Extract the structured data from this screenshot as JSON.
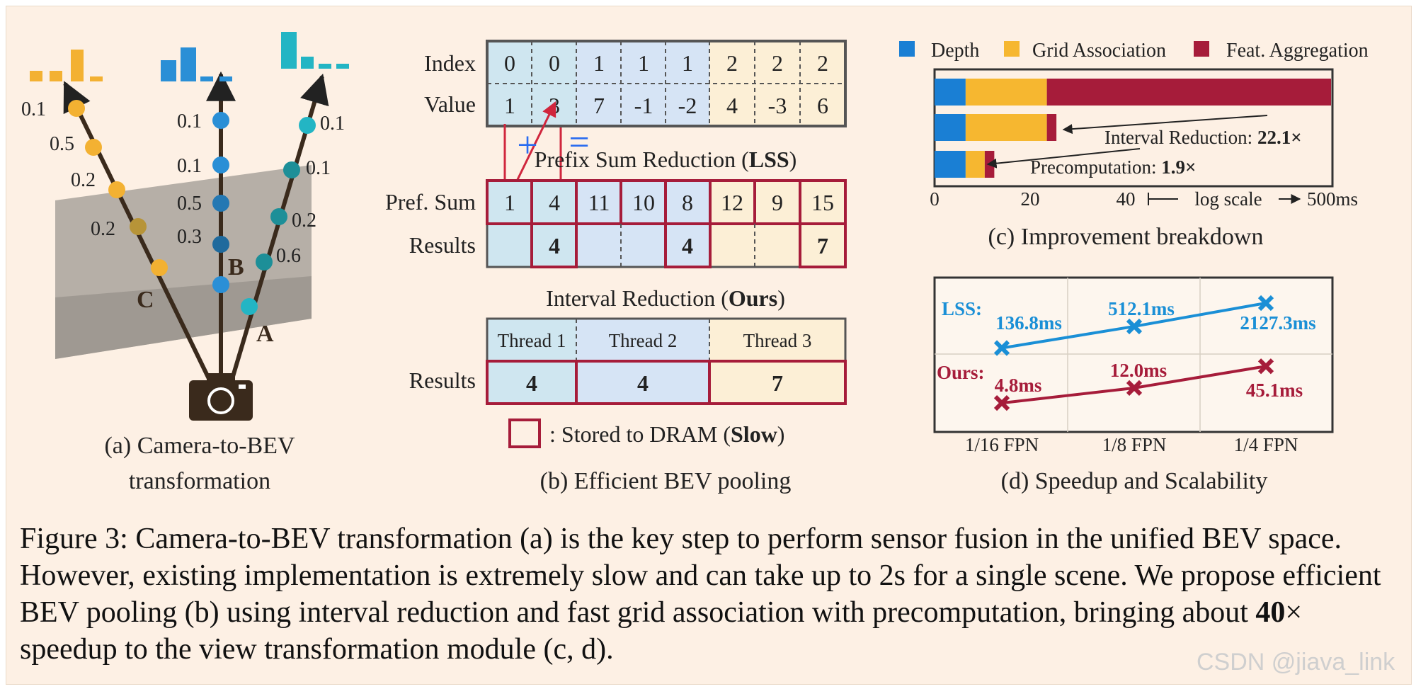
{
  "figure": {
    "caption_label": "Figure 3:",
    "caption_text": "Camera-to-BEV transformation (a) is the key step to perform sensor fusion in the unified BEV space. However, existing implementation is extremely slow and can take up to 2s for a single scene. We propose efficient BEV pooling (b) using interval reduction and fast grid association with precomputation, bringing about ",
    "caption_bold": "40",
    "caption_tail": "× speedup to the view transformation module (c, d).",
    "watermark": "CSDN @jiava_link"
  },
  "panel_a": {
    "caption_line1": "(a) Camera-to-BEV",
    "caption_line2": "transformation",
    "ray_labels": [
      "C",
      "B",
      "A"
    ],
    "ray_c_probs": [
      "0.1",
      "0.5",
      "0.2",
      "0.2"
    ],
    "ray_b_probs": [
      "0.1",
      "0.1",
      "0.5",
      "0.3"
    ],
    "ray_a_probs": [
      "0.1",
      "0.1",
      "0.2",
      "0.6"
    ],
    "colors": {
      "C": "#f3b132",
      "B": "#2a8fd6",
      "A": "#23b5c4"
    }
  },
  "panel_b": {
    "index_label": "Index",
    "value_label": "Value",
    "index_row": [
      "0",
      "0",
      "1",
      "1",
      "1",
      "2",
      "2",
      "2"
    ],
    "value_row": [
      "1",
      "3",
      "7",
      "-1",
      "-2",
      "4",
      "-3",
      "6"
    ],
    "plus_sign": "+",
    "equals_sign": "=",
    "lss_title": "Prefix Sum Reduction (",
    "lss_title_bold": "LSS",
    "lss_title_end": ")",
    "pref_label": "Pref. Sum",
    "pref_row": [
      "1",
      "4",
      "11",
      "10",
      "8",
      "12",
      "9",
      "15"
    ],
    "results_label": "Results",
    "lss_results": [
      "",
      "4",
      "",
      "",
      "4",
      "",
      "",
      "7"
    ],
    "ours_title": "Interval Reduction (",
    "ours_title_bold": "Ours",
    "ours_title_end": ")",
    "threads": [
      "Thread 1",
      "Thread 2",
      "Thread 3"
    ],
    "ours_results": [
      "4",
      "4",
      "7"
    ],
    "legend_text": ": Stored to DRAM (",
    "legend_bold": "Slow",
    "legend_end": ")",
    "caption": "(b) Efficient BEV pooling"
  },
  "chart_data": [
    {
      "type": "bar",
      "orientation": "horizontal",
      "stacked": true,
      "legend": [
        "Depth",
        "Grid Association",
        "Feat. Aggregation"
      ],
      "colors": [
        "#1a7fd4",
        "#f6b730",
        "#a61c3a"
      ],
      "series": [
        {
          "name": "Depth",
          "values": [
            6.5,
            6.5,
            6.5
          ]
        },
        {
          "name": "Grid Association",
          "values": [
            17,
            17,
            4
          ]
        },
        {
          "name": "Feat. Aggregation",
          "values": [
            500,
            2,
            2
          ]
        }
      ],
      "xticks": [
        "0",
        "20",
        "40",
        "500ms"
      ],
      "log_scale_label": "log scale",
      "annotations": [
        {
          "text": "Interval Reduction: ",
          "bold": "22.1×"
        },
        {
          "text": "Precomputation: ",
          "bold": "1.9×"
        }
      ],
      "caption": "(c) Improvement breakdown"
    },
    {
      "type": "line",
      "categories": [
        "1/16 FPN",
        "1/8 FPN",
        "1/4 FPN"
      ],
      "y_scale": "log",
      "series": [
        {
          "name": "LSS:",
          "values": [
            136.8,
            512.1,
            2127.3
          ],
          "labels": [
            "136.8ms",
            "512.1ms",
            "2127.3ms"
          ],
          "color": "#1a8fd6"
        },
        {
          "name": "Ours:",
          "values": [
            4.8,
            12.0,
            45.1
          ],
          "labels": [
            "4.8ms",
            "12.0ms",
            "45.1ms"
          ],
          "color": "#a61c3a"
        }
      ],
      "grid": true,
      "caption": "(d) Speedup and Scalability"
    }
  ]
}
